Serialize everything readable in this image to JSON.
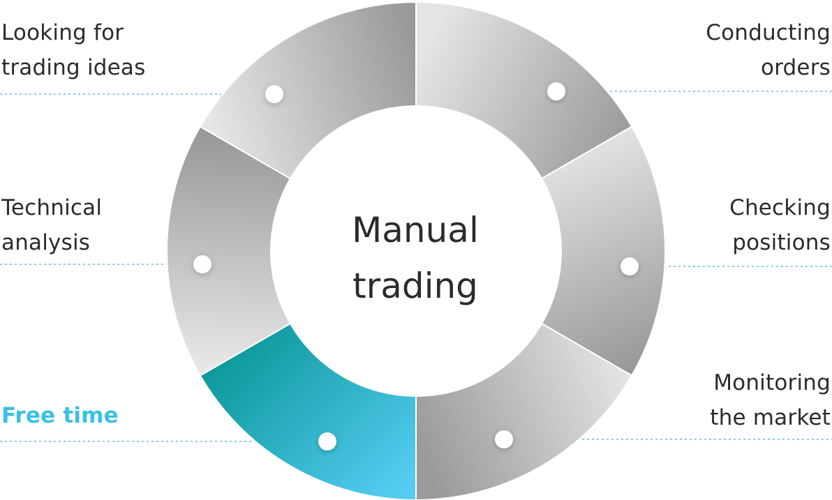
{
  "diagram": {
    "center_title": [
      "Manual",
      "trading"
    ],
    "segments": [
      {
        "label": [
          "Conducting",
          "orders"
        ],
        "highlight": false
      },
      {
        "label": [
          "Checking",
          "positions"
        ],
        "highlight": false
      },
      {
        "label": [
          "Monitoring",
          "the market"
        ],
        "highlight": false
      },
      {
        "label": [
          "Free time"
        ],
        "highlight": true
      },
      {
        "label": [
          "Technical",
          "analysis"
        ],
        "highlight": false
      },
      {
        "label": [
          "Looking for",
          "trading ideas"
        ],
        "highlight": false
      }
    ],
    "colors": {
      "gray_light": "#e4e4e4",
      "gray_dark": "#9a9a9a",
      "highlight_start": "#0f9a9e",
      "highlight_end": "#55ccf2",
      "dotted_line": "#5fc4d6",
      "text": "#2b2b2b",
      "highlight_text": "#3cc0e6"
    }
  }
}
